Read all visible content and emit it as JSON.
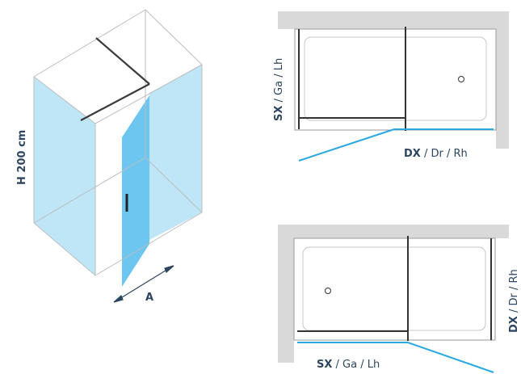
{
  "iso_view": {
    "height_label": "H 200 cm",
    "width_label": "A"
  },
  "plan_top": {
    "side_label_bold": "SX",
    "side_label_rest": " / Ga / Lh",
    "open_label_bold": "DX",
    "open_label_rest": " / Dr / Rh"
  },
  "plan_bottom": {
    "side_label_bold": "DX",
    "side_label_rest": " / Dr / Rh",
    "open_label_bold": "SX",
    "open_label_rest": " / Ga / Lh"
  },
  "colors": {
    "glass": "#bfe6f7",
    "glass_door": "#6cc6ef",
    "wall": "#d9d9d9",
    "frame_line": "#333333",
    "outline": "#bdbdbd",
    "swing_line": "#29a9e0",
    "label_text": "#2d4560"
  }
}
